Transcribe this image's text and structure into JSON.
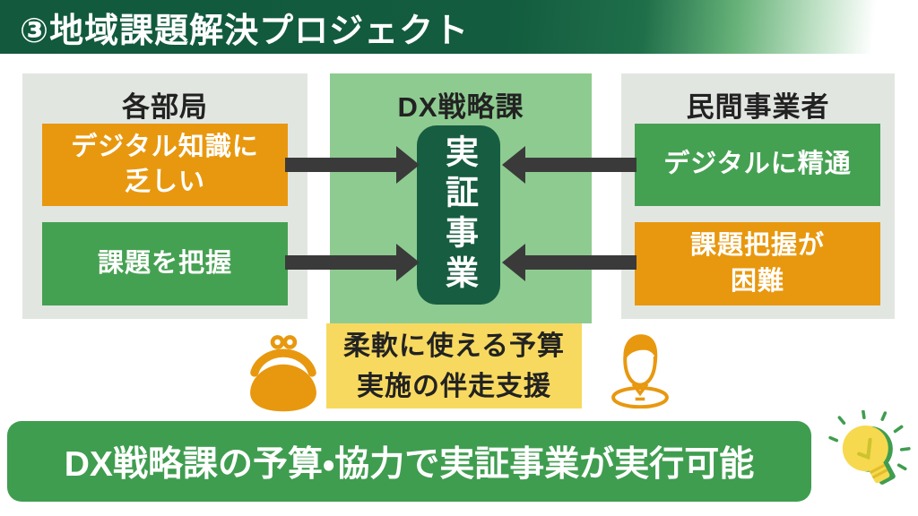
{
  "slide": {
    "title": "③地域課題解決プロジェクト"
  },
  "left_panel": {
    "title": "各部局",
    "box1": {
      "line1": "デジタル知識に",
      "line2": "乏しい"
    },
    "box2": {
      "line1": "課題を把握"
    }
  },
  "center_panel": {
    "title": "DX戦略課",
    "pill": "実証事業",
    "support_line1": "柔軟に使える予算",
    "support_line2": "実施の伴走支援"
  },
  "right_panel": {
    "title": "民間事業者",
    "box1": {
      "line1": "デジタルに精通"
    },
    "box2": {
      "line1": "課題把握が",
      "line2": "困難"
    }
  },
  "banner": {
    "text": "DX戦略課の予算・協力で実証事業が実行可能"
  },
  "icons": {
    "purse": "coin-purse-icon",
    "person": "person-icon",
    "bulb": "lightbulb-icon"
  },
  "colors": {
    "header_green": "#12593d",
    "panel_gray": "#e2e6e1",
    "panel_light_green": "#8ecb90",
    "pill_dark_green": "#175d41",
    "orange": "#e8980f",
    "green_box": "#45a152",
    "support_yellow": "#f8d95f",
    "banner_green": "#3f9d4f",
    "arrow_dark": "#3a3a3a"
  }
}
